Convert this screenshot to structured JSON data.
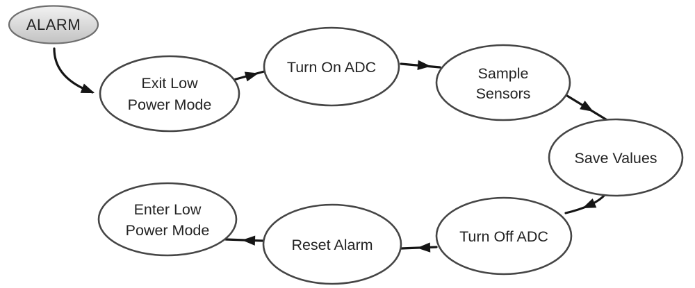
{
  "diagram": {
    "type": "state-flow",
    "nodes": [
      {
        "id": "alarm",
        "shape": "ellipse",
        "style": "start",
        "lines": [
          "ALARM"
        ]
      },
      {
        "id": "exit-low-power-mode",
        "shape": "ellipse",
        "style": "state",
        "lines": [
          "Exit Low",
          "Power Mode"
        ]
      },
      {
        "id": "turn-on-adc",
        "shape": "ellipse",
        "style": "state",
        "lines": [
          "Turn On ADC"
        ]
      },
      {
        "id": "sample-sensors",
        "shape": "ellipse",
        "style": "state",
        "lines": [
          "Sample",
          "Sensors"
        ]
      },
      {
        "id": "save-values",
        "shape": "ellipse",
        "style": "state",
        "lines": [
          "Save Values"
        ]
      },
      {
        "id": "turn-off-adc",
        "shape": "ellipse",
        "style": "state",
        "lines": [
          "Turn Off ADC"
        ]
      },
      {
        "id": "reset-alarm",
        "shape": "ellipse",
        "style": "state",
        "lines": [
          "Reset Alarm"
        ]
      },
      {
        "id": "enter-low-power-mode",
        "shape": "ellipse",
        "style": "state",
        "lines": [
          "Enter Low",
          "Power Mode"
        ]
      }
    ],
    "edges": [
      {
        "from": "alarm",
        "to": "exit-low-power-mode",
        "style": "curved-arrow"
      },
      {
        "from": "exit-low-power-mode",
        "to": "turn-on-adc",
        "style": "arrow"
      },
      {
        "from": "turn-on-adc",
        "to": "sample-sensors",
        "style": "arrow"
      },
      {
        "from": "sample-sensors",
        "to": "save-values",
        "style": "arrow"
      },
      {
        "from": "save-values",
        "to": "turn-off-adc",
        "style": "curved-arrow"
      },
      {
        "from": "turn-off-adc",
        "to": "reset-alarm",
        "style": "arrow"
      },
      {
        "from": "reset-alarm",
        "to": "enter-low-power-mode",
        "style": "arrow"
      }
    ],
    "colors": {
      "background": "#ffffff",
      "node_fill": "#ffffff",
      "node_stroke": "#454545",
      "start_fill_top": "#f2f2f2",
      "start_fill_bottom": "#c2c2c2",
      "start_stroke": "#6e6e6e",
      "arrow": "#151515",
      "text": "#232323"
    }
  }
}
